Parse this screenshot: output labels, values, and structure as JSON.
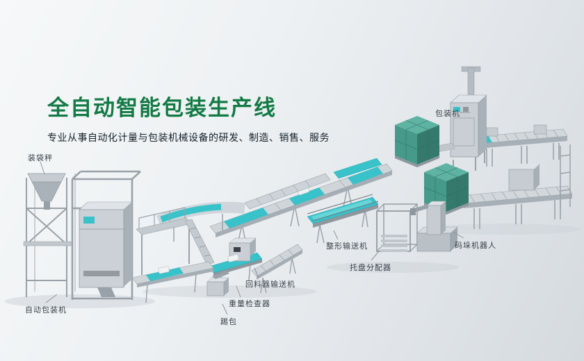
{
  "hero": {
    "title": "全自动智能包装生产线",
    "subtitle": "专业从事自动化计量与包装机械设备的研发、制造、销售、服务"
  },
  "machine_labels": {
    "bagging_scale": "装袋秤",
    "packaging_machine": "包装机",
    "auto_packaging_machine": "自动包装机",
    "kick_bag": "踢包",
    "weight_checker": "重量检查器",
    "return_conveyor": "回料器输送机",
    "shaping_conveyor": "整形输送机",
    "pallet_dispenser": "托盘分配器",
    "palletizing_robot": "码垛机器人"
  },
  "colors": {
    "accent_green": "#127a45",
    "belt_teal": "#38c2ca",
    "product_cube_teal": "#459a8a",
    "machine_gray": "#c9cfd5"
  }
}
